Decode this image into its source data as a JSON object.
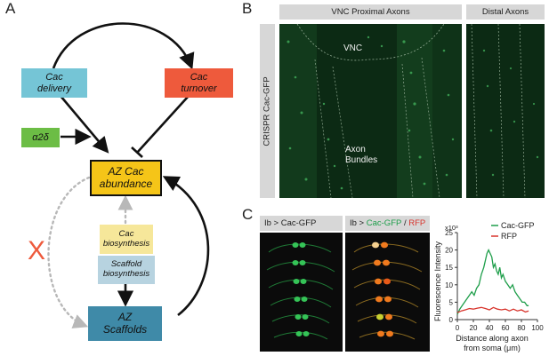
{
  "panels": {
    "a": "A",
    "b": "B",
    "c": "C"
  },
  "diagram": {
    "cac_delivery": "Cac\ndelivery",
    "cac_turnover": "Cac\nturnover",
    "a2d": "α2δ",
    "az_cac_abundance": "AZ Cac\nabundance",
    "cac_biosynthesis": "Cac\nbiosynthesis",
    "scaffold_biosynthesis": "Scaffold\nbiosynthesis",
    "az_scaffolds": "AZ\nScaffolds",
    "x_mark": "X",
    "colors": {
      "delivery": "#75c5d6",
      "turnover": "#ee5a3c",
      "a2d": "#6cbd45",
      "abundance": "#f5c518",
      "cac_bio": "#f6e79a",
      "scaffold_bio": "#b7d3e0",
      "scaffolds": "#3f8aa8",
      "x": "#ee5a3c"
    }
  },
  "panel_b": {
    "header_proximal": "VNC Proximal Axons",
    "header_distal": "Distal Axons",
    "side_label": "CRISPR Cac-GFP",
    "label_vnc": "VNC",
    "label_axon": "Axon\nBundles"
  },
  "panel_c": {
    "header_1": "Ib > Cac-GFP",
    "header_2_prefix": "Ib > ",
    "header_2_green": "Cac-GFP",
    "header_2_sep": " / ",
    "header_2_red": "RFP",
    "chart_data": {
      "type": "line",
      "title": "",
      "xlabel": "Distance along axon\nfrom soma (μm)",
      "ylabel": "Fluorescence Intensity",
      "y_multiplier": "x10³",
      "xlim": [
        0,
        100
      ],
      "ylim": [
        0,
        25
      ],
      "xticks": [
        0,
        20,
        40,
        60,
        80,
        100
      ],
      "yticks": [
        0,
        5,
        10,
        15,
        20,
        25
      ],
      "grid": false,
      "legend_position": "top-right",
      "series": [
        {
          "name": "Cac-GFP",
          "color": "#1e9e4a",
          "x": [
            0,
            3,
            6,
            9,
            12,
            15,
            18,
            21,
            24,
            27,
            30,
            33,
            35,
            37,
            39,
            41,
            43,
            45,
            47,
            49,
            51,
            53,
            55,
            57,
            60,
            63,
            66,
            69,
            72,
            75,
            78,
            81,
            84,
            87,
            89
          ],
          "y": [
            1.5,
            3,
            4,
            5,
            6,
            7,
            8,
            7,
            9,
            10,
            13,
            15,
            17,
            19,
            20,
            19,
            18,
            15,
            16,
            14,
            13,
            15,
            12,
            13,
            11,
            10,
            9,
            10,
            8,
            7,
            6,
            5,
            5,
            4,
            4
          ]
        },
        {
          "name": "RFP",
          "color": "#d8342c",
          "x": [
            0,
            5,
            10,
            15,
            20,
            25,
            30,
            35,
            40,
            45,
            50,
            55,
            60,
            65,
            70,
            75,
            80,
            85,
            89
          ],
          "y": [
            2,
            2.5,
            2.8,
            3.2,
            3,
            3.3,
            3.5,
            3.2,
            2.8,
            3.5,
            3,
            2.8,
            3,
            2.5,
            3,
            2.5,
            2.8,
            2.2,
            2.5
          ]
        }
      ]
    }
  }
}
